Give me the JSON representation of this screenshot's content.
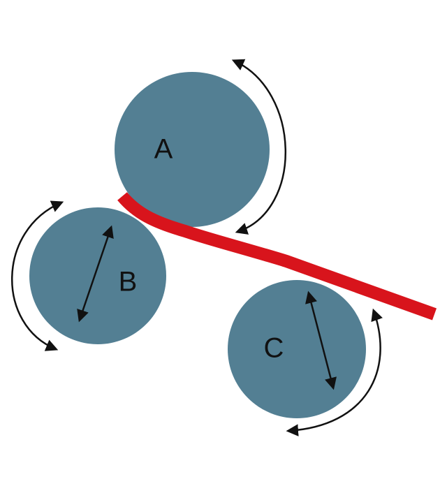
{
  "colors": {
    "roller": "#537f93",
    "strip": "#d8141c",
    "arrow": "#111111",
    "background": "#ffffff"
  },
  "rollers": {
    "a": {
      "label": "A"
    },
    "b": {
      "label": "B"
    },
    "c": {
      "label": "C"
    }
  },
  "icons": {
    "rotation_arrow": "curved-double-arrow-icon",
    "movement_arrow": "straight-double-arrow-icon"
  }
}
